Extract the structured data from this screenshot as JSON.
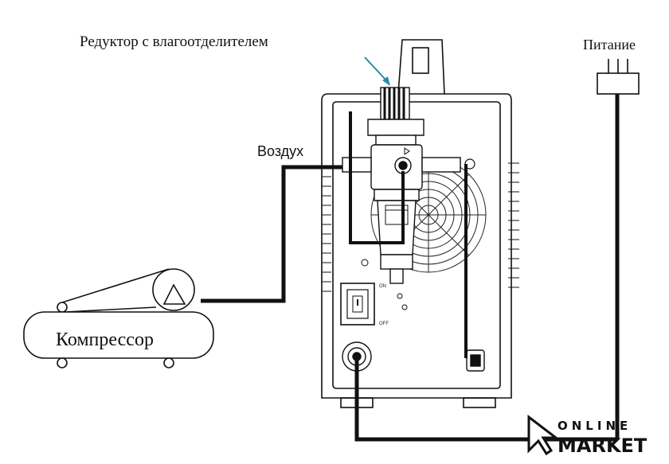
{
  "labels": {
    "reducer": "Редуктор с влагоотделителем",
    "power": "Питание",
    "air": "Воздух",
    "compressor": "Компрессор",
    "switch_on": "ON",
    "switch_off": "OFF"
  },
  "logo": {
    "line1": "ONLINE",
    "line2": "MARKET"
  },
  "colors": {
    "line": "#111111",
    "background": "#ffffff"
  }
}
